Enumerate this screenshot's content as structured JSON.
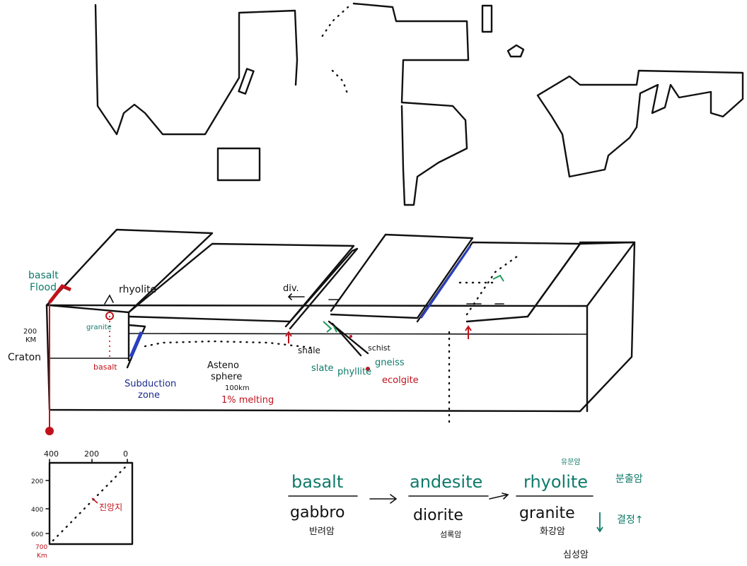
{
  "colors": {
    "ink": "#111111",
    "teal": "#0f7a6a",
    "red": "#c0121c",
    "navy": "#1b2a8c",
    "blue": "#2a3fc0",
    "green": "#1f9a5a"
  },
  "block": {
    "basalt_label_1": "basalt",
    "basalt_label_2": "Flood",
    "rhyolite": "rhyolite",
    "granite": "granite",
    "depth_1": "200",
    "depth_2": "KM",
    "craton": "Craton",
    "basalt_small": "basalt",
    "subduction_1": "Subduction",
    "subduction_2": "zone",
    "div": "div.",
    "astheno_1": "Asteno",
    "astheno_2": "sphere",
    "astheno_3": "100km",
    "melting": "1% melting",
    "shale": "shale",
    "slate": "slate",
    "phyllite": "phyllite",
    "schist": "schist",
    "gneiss": "gneiss",
    "eclogite": "ecolgite"
  },
  "graph": {
    "x_ticks": [
      "400",
      "200",
      "0"
    ],
    "y_ticks": [
      "200",
      "400",
      "600",
      "700"
    ],
    "y_unit": "Km",
    "curve_label": "진앙지"
  },
  "rocks": {
    "top": [
      "basalt",
      "andesite",
      "rhyolite"
    ],
    "bottom": [
      "gabbro",
      "diorite",
      "granite"
    ],
    "bottom_korean": [
      "반려암",
      "섬록암",
      "화강암"
    ],
    "rhyolite_korean": "유문암",
    "extrusive": "분출암",
    "crystallization": "결정↑",
    "intrusive": "심성암"
  }
}
